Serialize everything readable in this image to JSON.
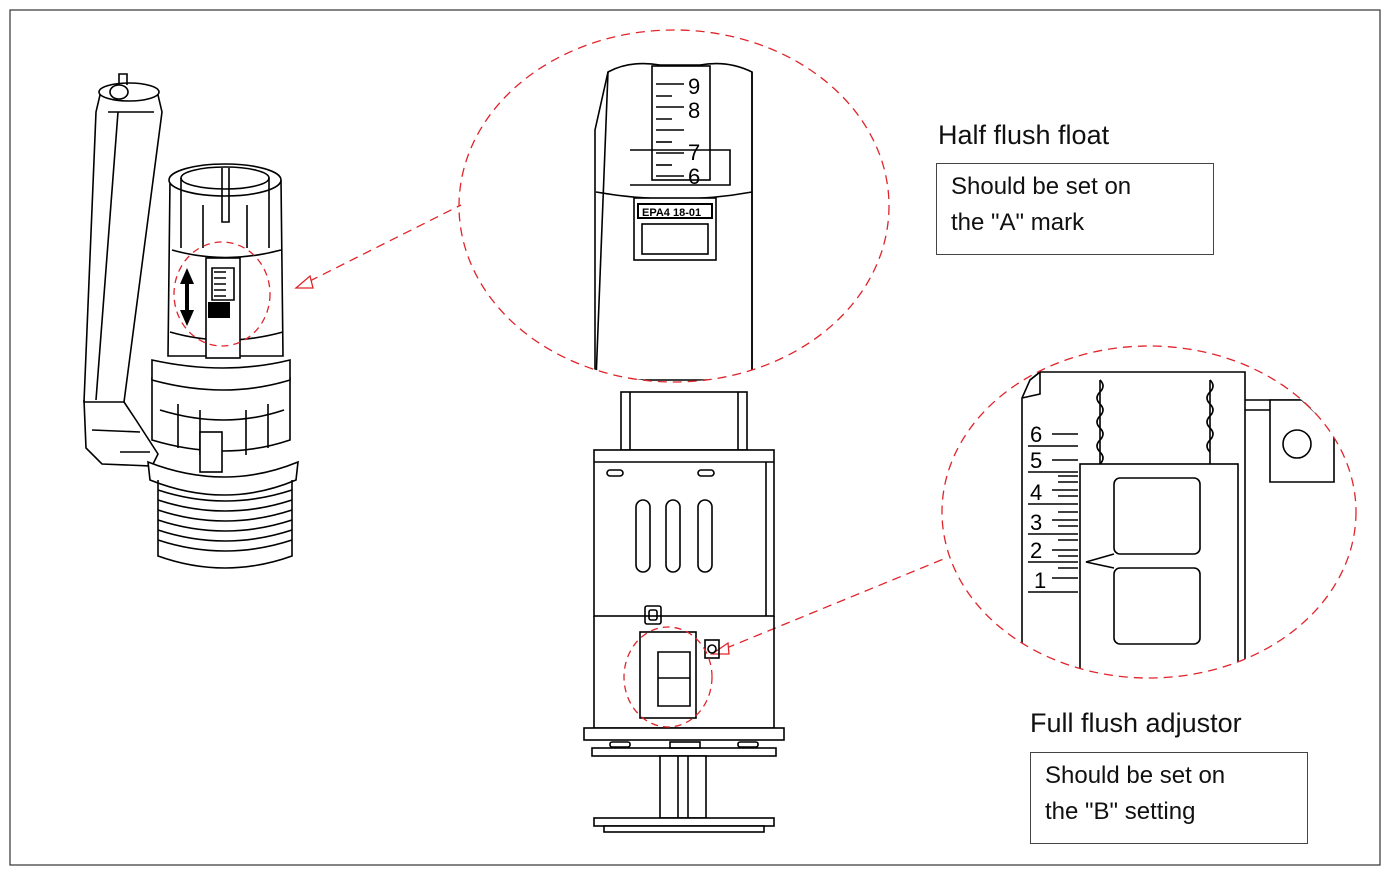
{
  "callouts": {
    "half_flush": {
      "title": "Half flush float",
      "lines": [
        "Should be set on",
        "the \"A\" mark"
      ]
    },
    "full_flush": {
      "title": "Full flush adjustor",
      "lines": [
        "Should be set on",
        "the \"B\" setting"
      ]
    }
  },
  "scales": {
    "half_flush_marks": [
      "9",
      "8",
      "7",
      "6"
    ],
    "half_flush_tag": "EPA4 18-01",
    "full_flush_marks": [
      "6",
      "5",
      "4",
      "3",
      "2",
      "1"
    ]
  },
  "colors": {
    "line": "#000000",
    "callout_dash": "#e0242b",
    "frame": "#333333"
  },
  "icons": [
    "double-arrow-icon",
    "pointer-arrow-icon"
  ]
}
